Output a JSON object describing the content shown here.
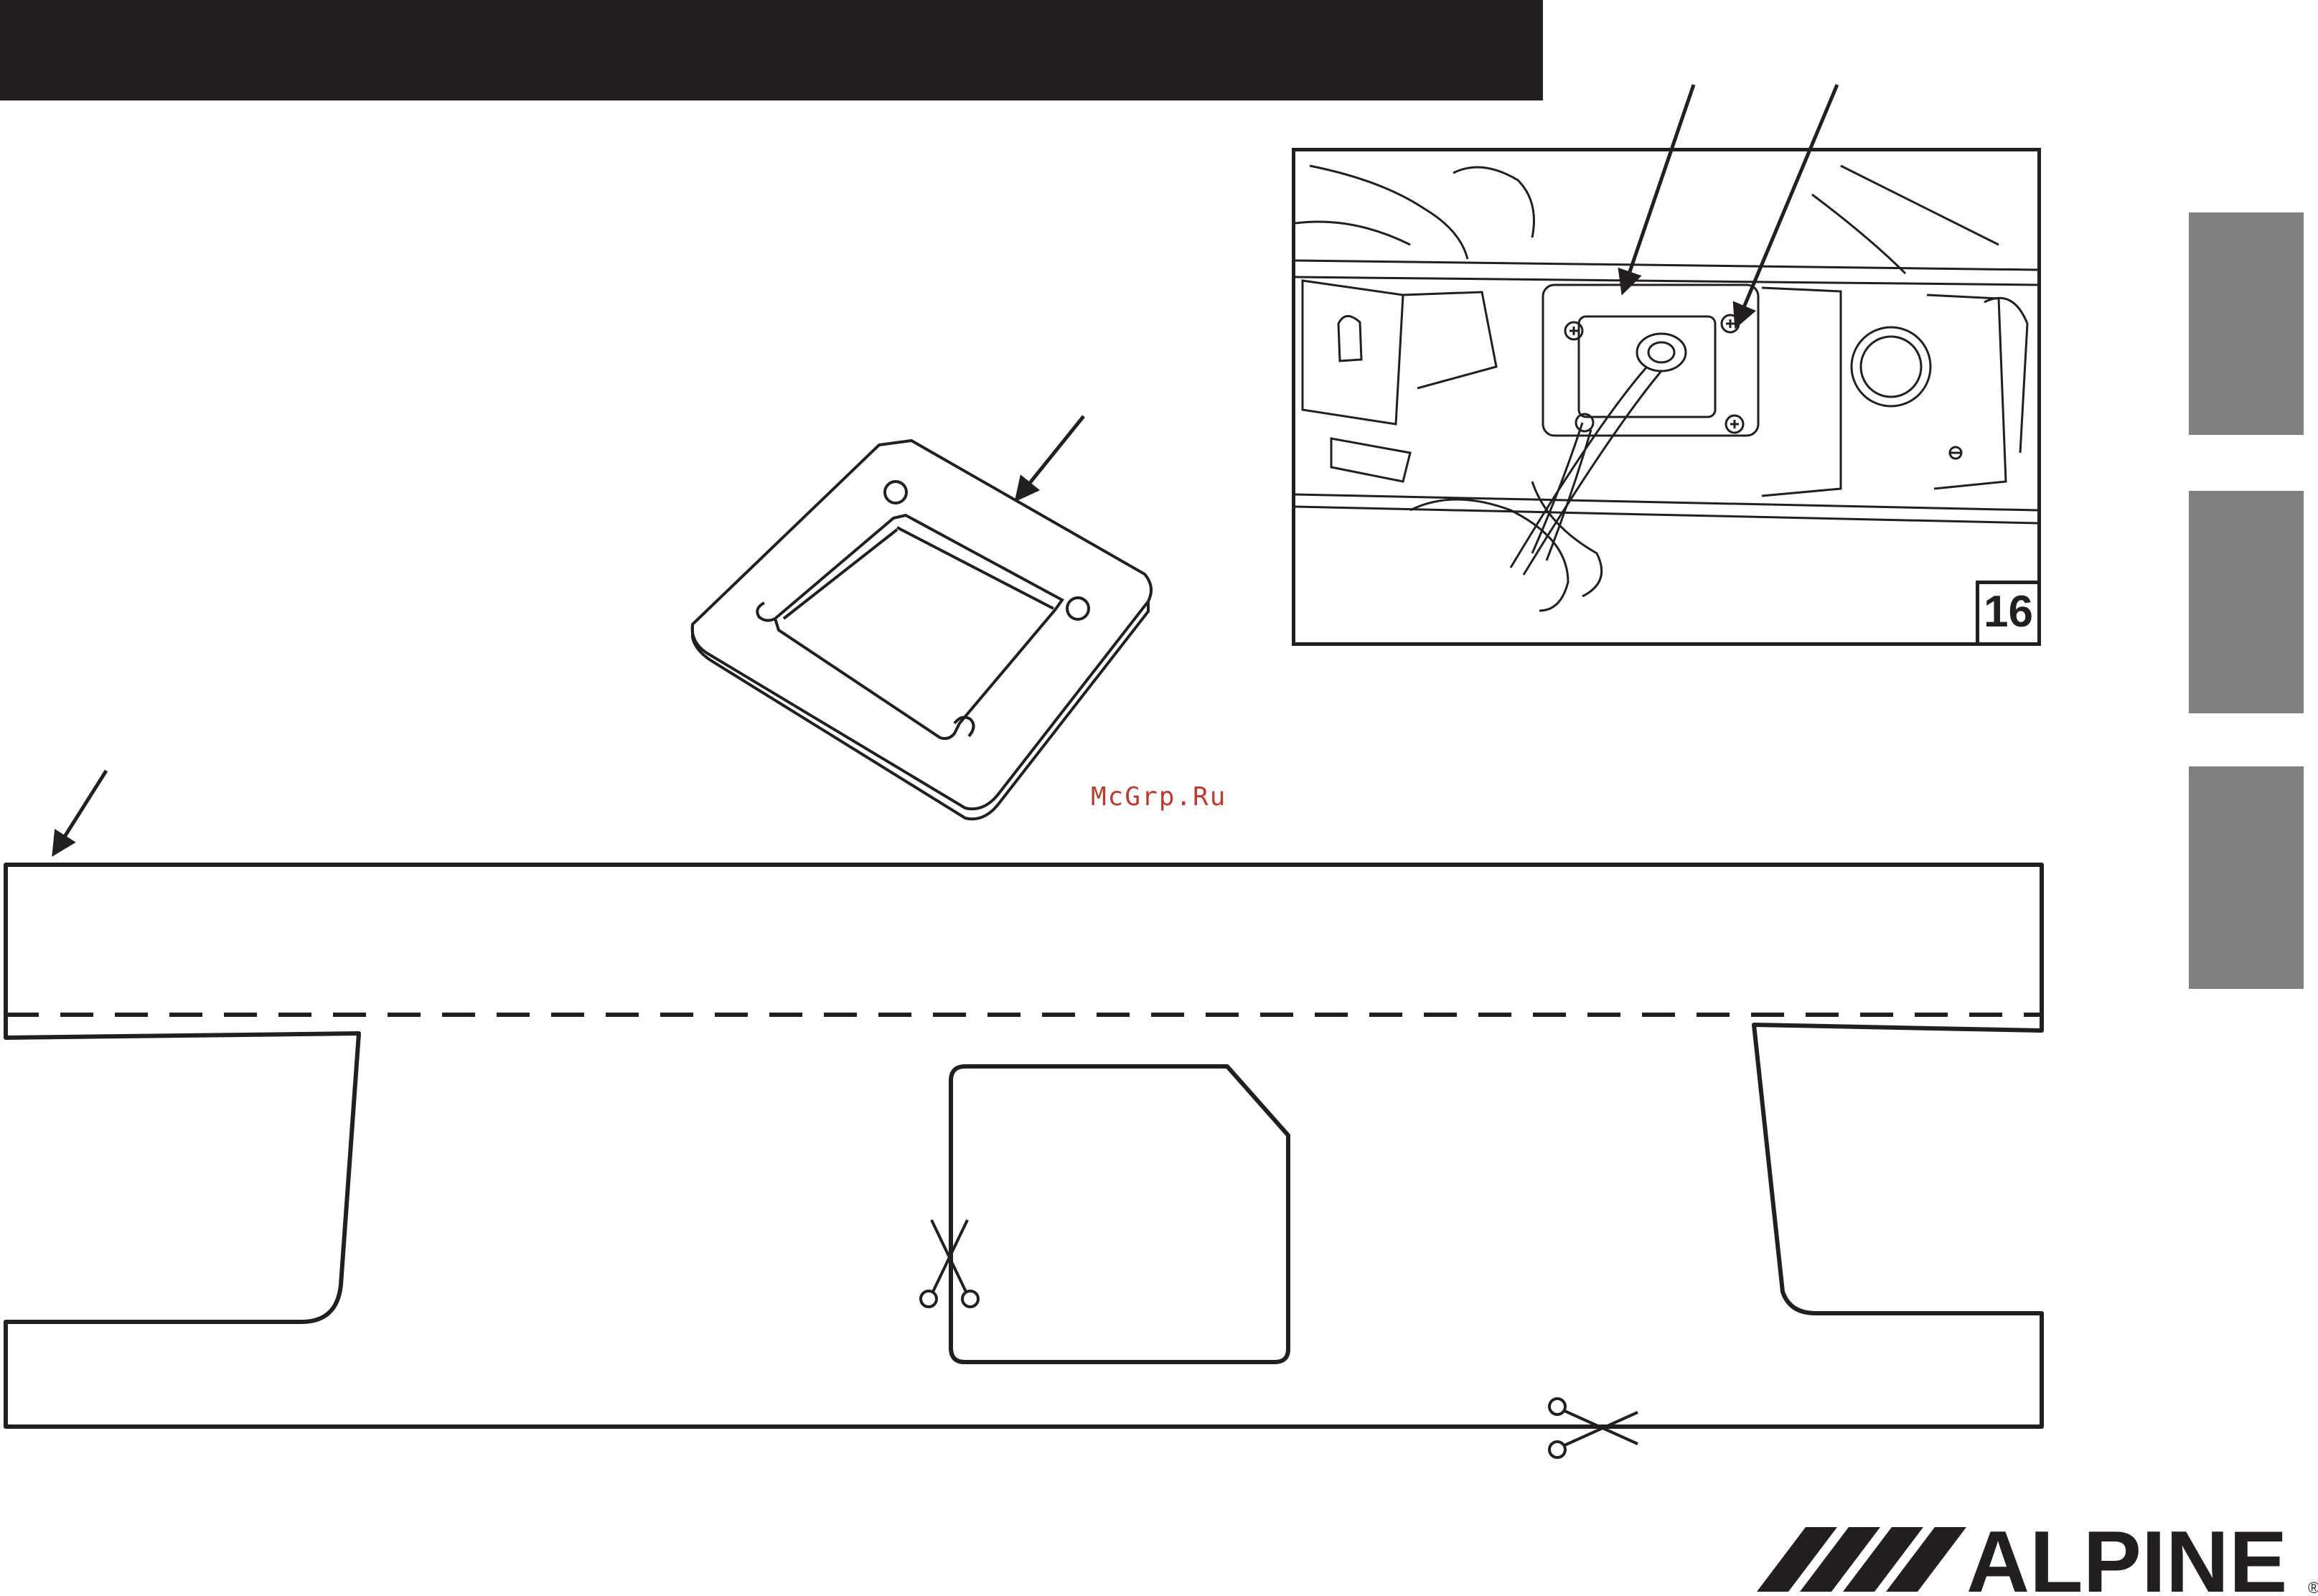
{
  "figure": {
    "number": "16"
  },
  "watermark": {
    "text": "McGrp.Ru"
  },
  "brand": {
    "name": "ALPINE",
    "mark": "®"
  },
  "colors": {
    "ink": "#231f20",
    "tab_gray": "#808080",
    "watermark_red": "#c0392b"
  }
}
